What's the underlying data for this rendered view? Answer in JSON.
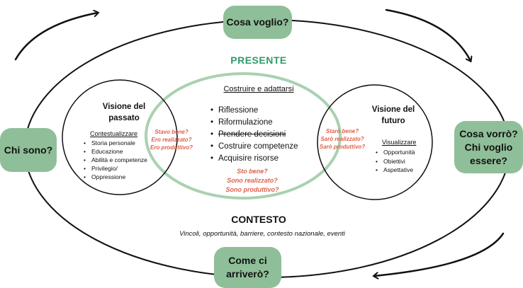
{
  "colors": {
    "accent_green": "#8fbf98",
    "title_green": "#2e9a6c",
    "highlight_red": "#e0604a",
    "ring_green": "#a9d1b1"
  },
  "nodes": {
    "top": "Cosa voglio?",
    "left": "Chi sono?",
    "right": [
      "Cosa vorrò?",
      "Chi voglio",
      "essere?"
    ],
    "bottom": [
      "Come ci",
      "arriverò?"
    ]
  },
  "present": {
    "title": "PRESENTE",
    "subtitle": "Costruire e adattarsi",
    "items": [
      "Riflessione",
      "Riformulazione",
      "Prendere decisioni",
      "Costruire competenze",
      "Acquisire risorse"
    ],
    "questions": [
      "Sto bene?",
      "Sono realizzato?",
      "Sono produttivo?"
    ]
  },
  "past": {
    "title": [
      "Visione del",
      "passato"
    ],
    "subtitle": "Contestualizzare",
    "items": [
      "Storia personale",
      "Educazione",
      "Abilità e competenze",
      "Privilegio/",
      "Oppressione"
    ],
    "questions": [
      "Stavo bene?",
      "Ero realizzato?",
      "Ero produttivo?"
    ]
  },
  "future": {
    "title": [
      "Visione del",
      "futuro"
    ],
    "subtitle": "Visualizzare",
    "items": [
      "Opportunità",
      "Obiettivi",
      "Aspettative"
    ],
    "questions": [
      "Starò bene?",
      "Sarò realizzato?",
      "Sarò produttivo?"
    ]
  },
  "context": {
    "title": "CONTESTO",
    "caption": "Vincoli, opportunità, barriere, contesto nazionale, eventi"
  },
  "icons": [
    "curved-arrow-icon"
  ]
}
